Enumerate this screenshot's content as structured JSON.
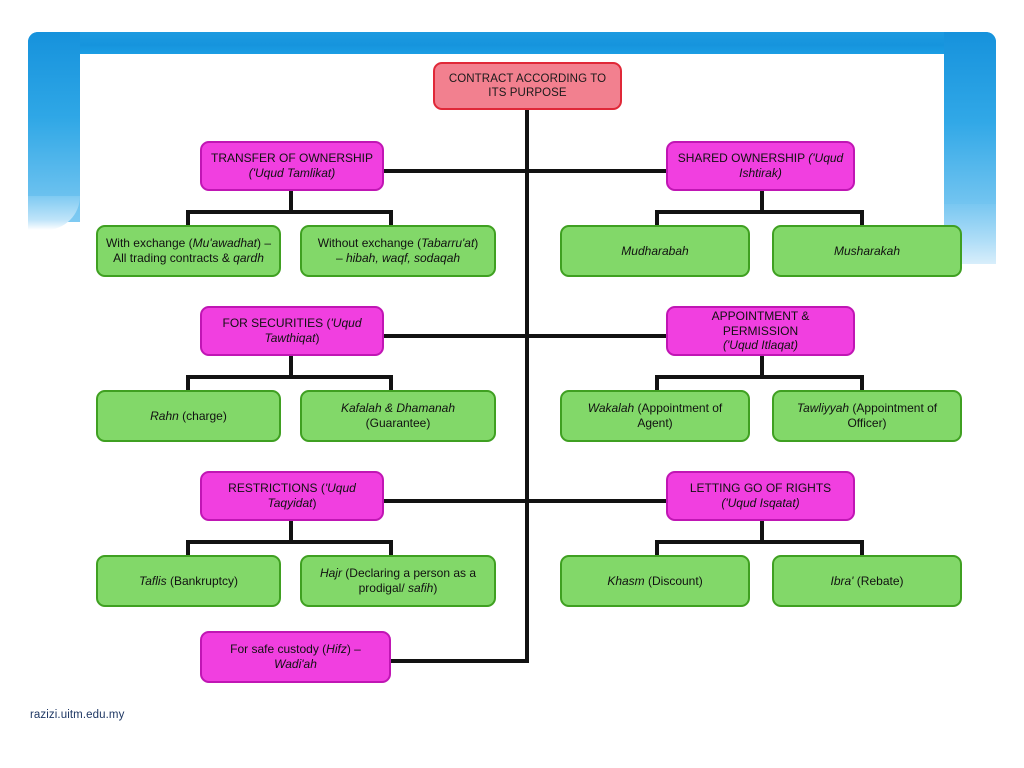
{
  "footer": {
    "source": "razizi.uitm.edu.my"
  },
  "colors": {
    "root_fill": "#F2808F",
    "root_border": "#E02838",
    "category_fill": "#F13FE0",
    "category_border": "#C016B4",
    "leaf_fill": "#82D869",
    "leaf_border": "#3FA021",
    "connector": "#121212",
    "decoration_blue": "#1692DC",
    "footer_text": "#1F3864",
    "background": "#FFFFFF"
  },
  "diagram": {
    "type": "hierarchy-tree",
    "root": {
      "id": "root",
      "line1": "CONTRACT ACCORDING TO",
      "line2": "ITS PURPOSE"
    },
    "branches": [
      {
        "id": "transfer-of-ownership",
        "side": "left",
        "row": 1,
        "title_plain": "TRANSFER OF OWNERSHIP",
        "title_italic": "('Uqud Tamlikat)",
        "children": [
          {
            "id": "with-exchange",
            "line1_a": "With exchange (",
            "line1_i": "Mu'awadhat",
            "line1_b": ") –",
            "line2_a": "All trading contracts & ",
            "line2_i": "qardh",
            "line2_b": ""
          },
          {
            "id": "without-exchange",
            "line1_a": "Without exchange (",
            "line1_i": "Tabarru'at",
            "line1_b": ")",
            "line2_a": "– ",
            "line2_i": "hibah, waqf, sodaqah",
            "line2_b": ""
          }
        ]
      },
      {
        "id": "shared-ownership",
        "side": "right",
        "row": 1,
        "title_plain": "SHARED OWNERSHIP ",
        "title_italic": "('Uqud Ishtirak)",
        "children": [
          {
            "id": "mudharabah",
            "line1_a": "",
            "line1_i": "Mudharabah",
            "line1_b": "",
            "line2_a": "",
            "line2_i": "",
            "line2_b": ""
          },
          {
            "id": "musharakah",
            "line1_a": "",
            "line1_i": "Musharakah",
            "line1_b": "",
            "line2_a": "",
            "line2_i": "",
            "line2_b": ""
          }
        ]
      },
      {
        "id": "for-securities",
        "side": "left",
        "row": 2,
        "title_plain": "FOR SECURITIES (",
        "title_italic": "'Uqud Tawthiqat",
        "title_tail": ")",
        "children": [
          {
            "id": "rahn",
            "line1_a": "",
            "line1_i": "Rahn",
            "line1_b": " (charge)",
            "line2_a": "",
            "line2_i": "",
            "line2_b": ""
          },
          {
            "id": "kafalah-dhamanah",
            "line1_a": "",
            "line1_i": "Kafalah & Dhamanah",
            "line1_b": "",
            "line2_a": "(Guarantee)",
            "line2_i": "",
            "line2_b": ""
          }
        ]
      },
      {
        "id": "appointment-permission",
        "side": "right",
        "row": 2,
        "title_plain": "APPOINTMENT & PERMISSION",
        "title_italic": "('Uqud Itlaqat)",
        "children": [
          {
            "id": "wakalah",
            "line1_a": "",
            "line1_i": "Wakalah",
            "line1_b": " (Appointment of",
            "line2_a": "Agent)",
            "line2_i": "",
            "line2_b": ""
          },
          {
            "id": "tawliyyah",
            "line1_a": "",
            "line1_i": "Tawliyyah",
            "line1_b": " (Appointment of",
            "line2_a": "Officer)",
            "line2_i": "",
            "line2_b": ""
          }
        ]
      },
      {
        "id": "restrictions",
        "side": "left",
        "row": 3,
        "title_plain": "RESTRICTIONS (",
        "title_italic": "'Uqud Taqyidat",
        "title_tail": ")",
        "children": [
          {
            "id": "taflis",
            "line1_a": "",
            "line1_i": "Taflis",
            "line1_b": " (Bankruptcy)",
            "line2_a": "",
            "line2_i": "",
            "line2_b": ""
          },
          {
            "id": "hajr",
            "line1_a": "",
            "line1_i": "Hajr",
            "line1_b": " (Declaring a person as a",
            "line2_a": "prodigal/ ",
            "line2_i": "safih",
            "line2_b": ")"
          }
        ]
      },
      {
        "id": "letting-go-of-rights",
        "side": "right",
        "row": 3,
        "title_plain": "LETTING GO OF RIGHTS",
        "title_italic": "('Uqud Isqatat)",
        "children": [
          {
            "id": "khasm",
            "line1_a": "",
            "line1_i": "Khasm",
            "line1_b": " (Discount)",
            "line2_a": "",
            "line2_i": "",
            "line2_b": ""
          },
          {
            "id": "ibra",
            "line1_a": "",
            "line1_i": "Ibra'",
            "line1_b": " (Rebate)",
            "line2_a": "",
            "line2_i": "",
            "line2_b": ""
          }
        ]
      },
      {
        "id": "safe-custody",
        "side": "left",
        "row": 4,
        "title_plain": "For safe custody (",
        "title_italic": "Hifz",
        "title_tail": ") –",
        "title_line2_italic": "Wadi'ah",
        "children": []
      }
    ]
  }
}
